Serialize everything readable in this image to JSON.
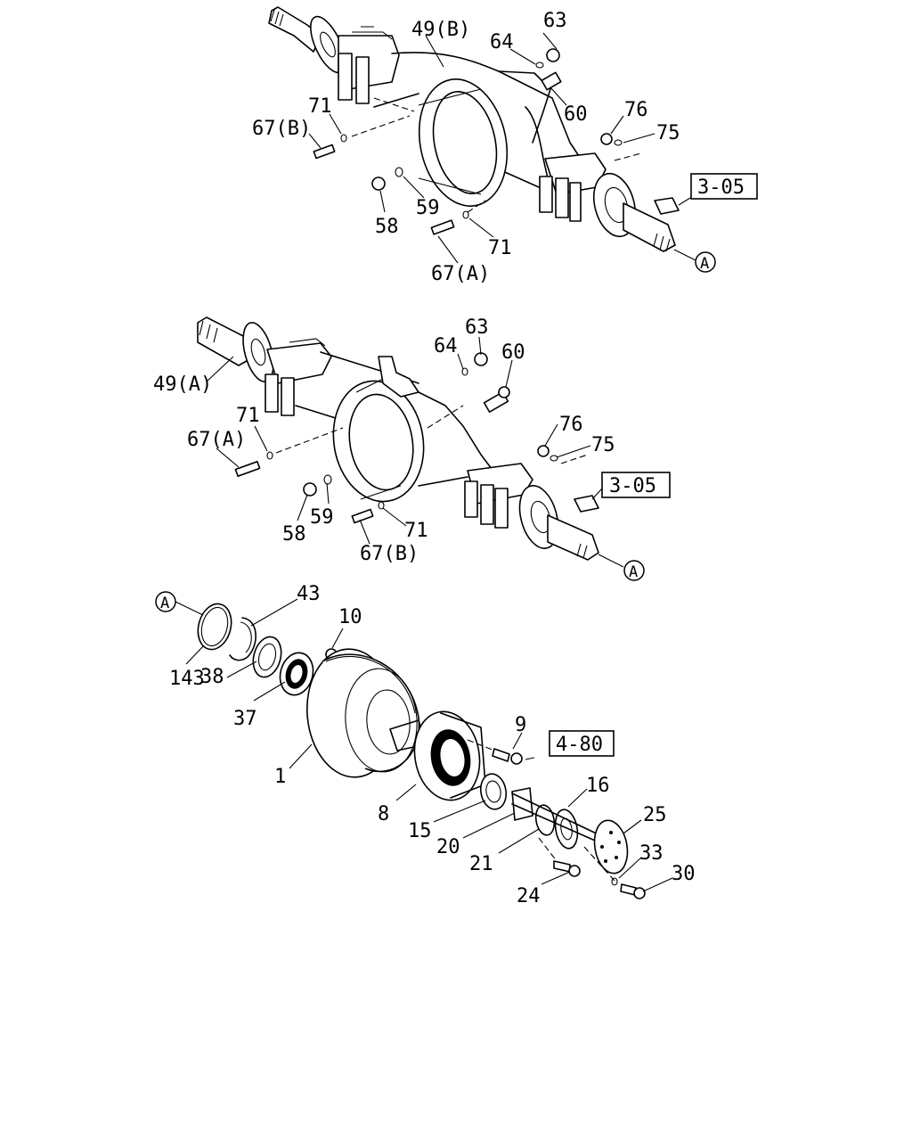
{
  "diagram": {
    "top_assembly": {
      "labels": {
        "p49b": "49(B)",
        "p63": "63",
        "p64": "64",
        "p60": "60",
        "p76": "76",
        "p75": "75",
        "p71a": "71",
        "p67b": "67(B)",
        "p59": "59",
        "p58": "58",
        "p71b": "71",
        "p67a": "67(A)",
        "ref": "3-05",
        "circle": "A"
      }
    },
    "middle_assembly": {
      "labels": {
        "p49a": "49(A)",
        "p63": "63",
        "p64": "64",
        "p60": "60",
        "p71a": "71",
        "p67a": "67(A)",
        "p76": "76",
        "p75": "75",
        "p59": "59",
        "p58": "58",
        "p71b": "71",
        "p67b": "67(B)",
        "ref": "3-05",
        "circle": "A"
      }
    },
    "hub_assembly": {
      "labels": {
        "circle": "A",
        "p43": "43",
        "p10": "10",
        "p143": "143",
        "p38": "38",
        "p37": "37",
        "p1": "1",
        "p9": "9",
        "ref": "4-80",
        "p16": "16",
        "p8": "8",
        "p25": "25",
        "p15": "15",
        "p33": "33",
        "p20": "20",
        "p30": "30",
        "p21": "21",
        "p24": "24"
      }
    }
  }
}
